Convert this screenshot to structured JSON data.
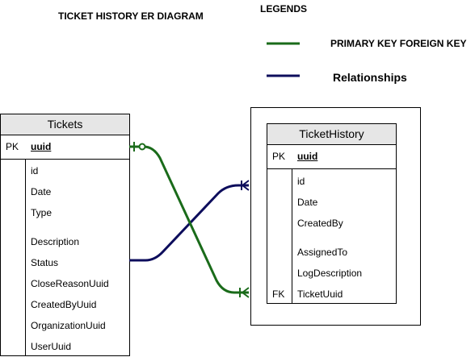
{
  "diagram": {
    "title": "TICKET HISTORY ER DIAGRAM"
  },
  "legend": {
    "title": "LEGENDS",
    "items": [
      {
        "label": "PRIMARY KEY FOREIGN KEY",
        "color": "#1a6b1a"
      },
      {
        "label": "Relationships",
        "color": "#0d0d5c"
      }
    ]
  },
  "tickets": {
    "name": "Tickets",
    "pk_label": "PK",
    "pk_field": "uuid",
    "fields": [
      "id",
      "Date",
      "Type",
      "Description",
      "Status",
      "CloseReasonUuid",
      "CreatedByUuid",
      "OrganizationUuid",
      "UserUuid"
    ]
  },
  "ticket_history": {
    "name": "TicketHistory",
    "pk_label": "PK",
    "pk_field": "uuid",
    "fk_label": "FK",
    "fields": [
      "id",
      "Date",
      "CreatedBy",
      "AssignedTo",
      "LogDescription",
      "TicketUuid"
    ]
  },
  "colors": {
    "key_line": "#1a6b1a",
    "relationship_line": "#0d0d5c"
  }
}
